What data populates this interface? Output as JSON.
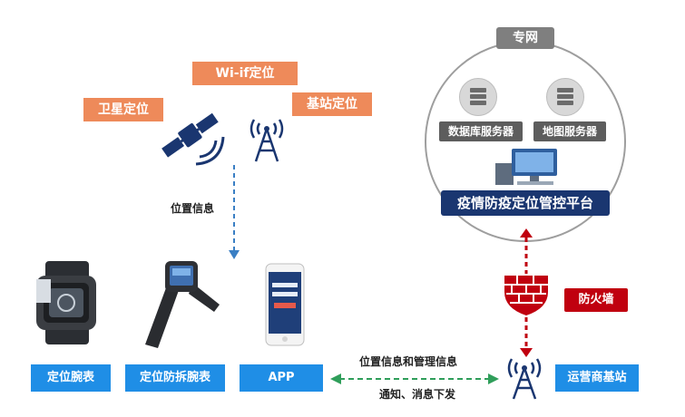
{
  "labels": {
    "wifi": "Wi-if定位",
    "satellite": "卫星定位",
    "base_station": "基站定位",
    "position_info": "位置信息",
    "private_network": "专网",
    "db_server": "数据库服务器",
    "map_server": "地图服务器",
    "platform": "疫情防疫定位管控平台",
    "firewall": "防火墙",
    "link_top": "位置信息和管理信息",
    "link_bottom": "通知、消息下发"
  },
  "devices": [
    {
      "label": "定位腕表"
    },
    {
      "label": "定位防拆腕表"
    },
    {
      "label": "APP"
    },
    {
      "label": "运营商基站"
    }
  ],
  "colors": {
    "orange_tag": "#ee8a5a",
    "blue_tag": "#1f8ee6",
    "platform_bg": "#1a3670",
    "firewall": "#c0000f",
    "dashed_blue": "#3a7fc4",
    "dashed_green": "#2f9e5a",
    "dashed_red": "#c0000f"
  }
}
